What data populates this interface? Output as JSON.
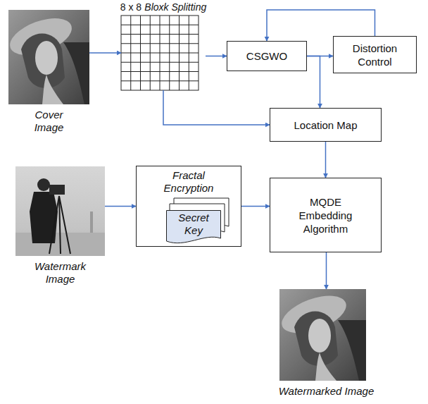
{
  "diagram": {
    "nodes": [
      {
        "text": [
          "Cover Image"
        ]
      },
      {
        "text": [
          "8 x 8",
          "Bloxk Splitting"
        ]
      },
      {
        "text": [
          "CSGWO"
        ]
      },
      {
        "text": [
          "Distortion Control"
        ]
      },
      {
        "text": [
          "Location Map"
        ]
      },
      {
        "text": [
          "Watermark Image"
        ]
      },
      {
        "text": [
          "Fractal Encryption"
        ]
      },
      {
        "text": [
          "Secret Key"
        ],
        "in": 6
      },
      {
        "text": [
          "MQDE Embedding Algorithm"
        ]
      },
      {
        "text": [
          "Watermarked Image"
        ]
      }
    ],
    "edges": [
      {
        "from": 0,
        "to": 1,
        "arrow": "to"
      },
      {
        "from": 1,
        "to": 2,
        "arrow": "to"
      },
      {
        "from": 2,
        "to": 3,
        "arrow": "to"
      },
      {
        "from": 3,
        "to": 2,
        "arrow": "to"
      },
      {
        "from": 2,
        "to": 4,
        "arrow": "to"
      },
      {
        "from": 1,
        "to": 4,
        "arrow": "to"
      },
      {
        "from": 4,
        "to": 8,
        "arrow": "to"
      },
      {
        "from": 5,
        "to": 6,
        "arrow": "to"
      },
      {
        "from": 6,
        "to": 8,
        "arrow": "to"
      },
      {
        "from": 8,
        "to": 9,
        "arrow": "to"
      }
    ]
  }
}
